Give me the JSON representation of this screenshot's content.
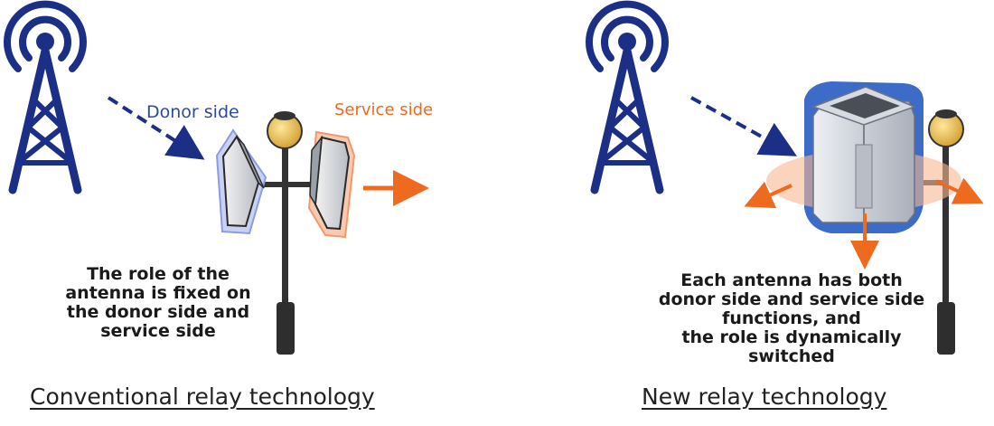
{
  "left_panel": {
    "donor_label": "Donor side",
    "service_label": "Service side",
    "description_lines": [
      "The role of the",
      "antenna is fixed on",
      "the donor side and",
      "service side"
    ],
    "title": "Conventional relay technology"
  },
  "right_panel": {
    "description_lines": [
      "Each antenna has both",
      "donor side and service side",
      "functions, and",
      "the role is dynamically",
      "switched"
    ],
    "title": "New relay technology"
  },
  "colors": {
    "tower": "#1c2f86",
    "donor": "#2e4a9e",
    "service": "#ee6a1f",
    "text": "#1a1a1a"
  }
}
